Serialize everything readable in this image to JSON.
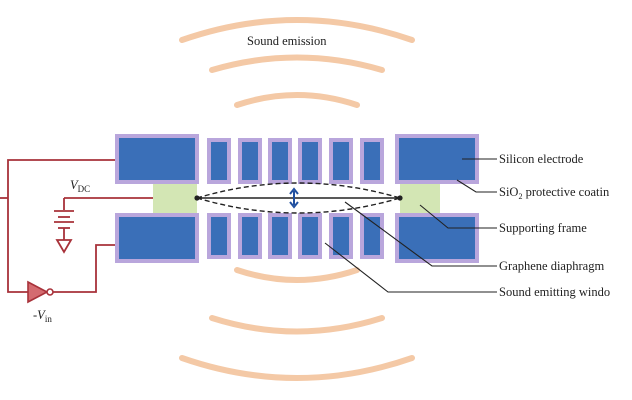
{
  "labels": {
    "sound_emission": "Sound emission",
    "silicon_electrode": "Silicon electrode",
    "sio2_prefix": "SiO",
    "sio2_sub": "2",
    "sio2_suffix": " protective coatin",
    "supporting_frame": "Supporting frame",
    "graphene_diaphragm": "Graphene diaphragm",
    "sound_window": "Sound emitting windo",
    "vdc_main": "V",
    "vdc_sub": "DC",
    "vin_prefix": "-V",
    "vin_sub": "in"
  },
  "colors": {
    "electrode_fill": "#3a6fb8",
    "coating": "#b9a6dc",
    "frame_fill": "#d3e6b4",
    "wire": "#a8323a",
    "sound_arc": "#f4c9a6",
    "leader": "#222222",
    "arrow": "#2150a0"
  }
}
